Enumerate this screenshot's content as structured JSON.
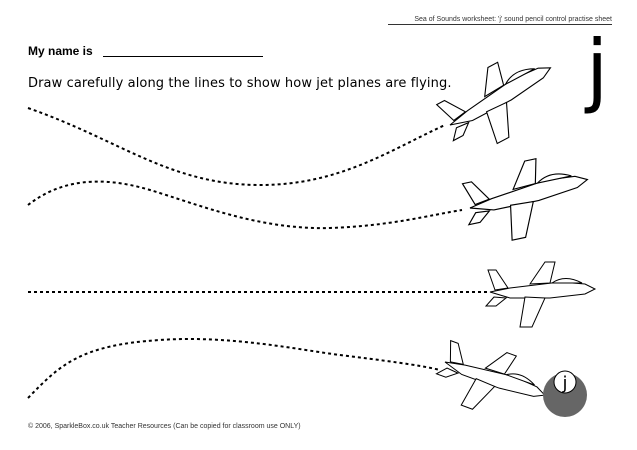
{
  "header": {
    "title": "Sea of Sounds worksheet: 'j' sound pencil control practise sheet"
  },
  "name_label": "My name is",
  "instruction": "Draw carefully along the lines to show how jet planes are flying.",
  "letter": "j",
  "badge_letter": "j",
  "footer": "© 2006, SparkleBox.co.uk Teacher Resources (Can be copied for classroom use ONLY)"
}
